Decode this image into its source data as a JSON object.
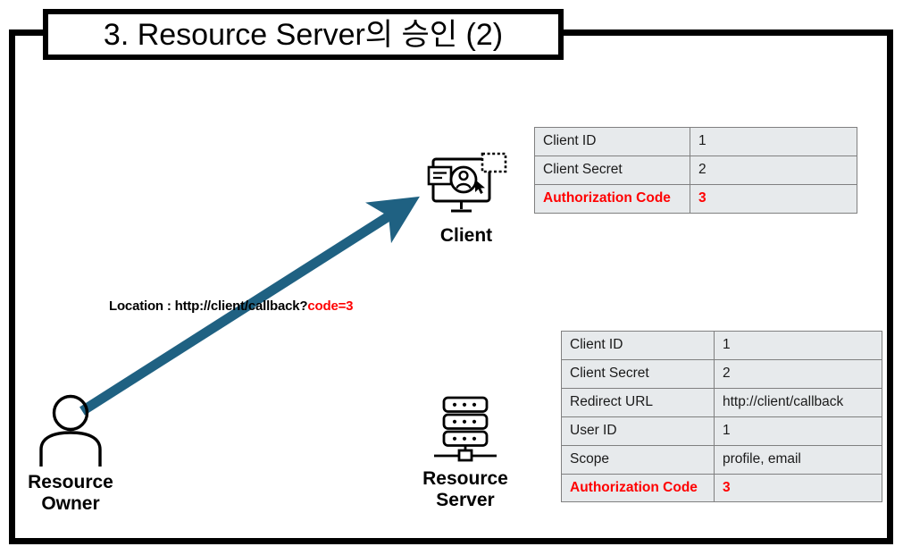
{
  "slide": {
    "title": "3. Resource Server의 승인 (2)"
  },
  "colors": {
    "arrow": "#1f6182",
    "highlight": "#ff0000",
    "table_fill": "#e7eaec",
    "table_border": "#808080",
    "frame": "#000000"
  },
  "nodes": {
    "resource_owner": {
      "label": "Resource\nOwner",
      "icon": "person-icon"
    },
    "client": {
      "label": "Client",
      "icon": "client-monitor-icon"
    },
    "resource_server": {
      "label": "Resource\nServer",
      "icon": "server-rack-icon"
    }
  },
  "arrow": {
    "name": "redirect-arrow",
    "label_prefix": "Location : http://client/callback?",
    "label_highlight": "code=3",
    "direction": "resource-owner-to-client"
  },
  "client_table": {
    "name": "client-credentials-table",
    "rows": [
      {
        "key": "Client ID",
        "value": "1",
        "highlight": false
      },
      {
        "key": "Client Secret",
        "value": "2",
        "highlight": false
      },
      {
        "key": "Authorization Code",
        "value": "3",
        "highlight": true
      }
    ]
  },
  "server_table": {
    "name": "resource-server-registration-table",
    "rows": [
      {
        "key": "Client ID",
        "value": "1",
        "highlight": false
      },
      {
        "key": "Client Secret",
        "value": "2",
        "highlight": false
      },
      {
        "key": "Redirect URL",
        "value": "http://client/callback",
        "highlight": false
      },
      {
        "key": "User ID",
        "value": "1",
        "highlight": false
      },
      {
        "key": "Scope",
        "value": "profile, email",
        "highlight": false
      },
      {
        "key": "Authorization Code",
        "value": "3",
        "highlight": true
      }
    ]
  }
}
